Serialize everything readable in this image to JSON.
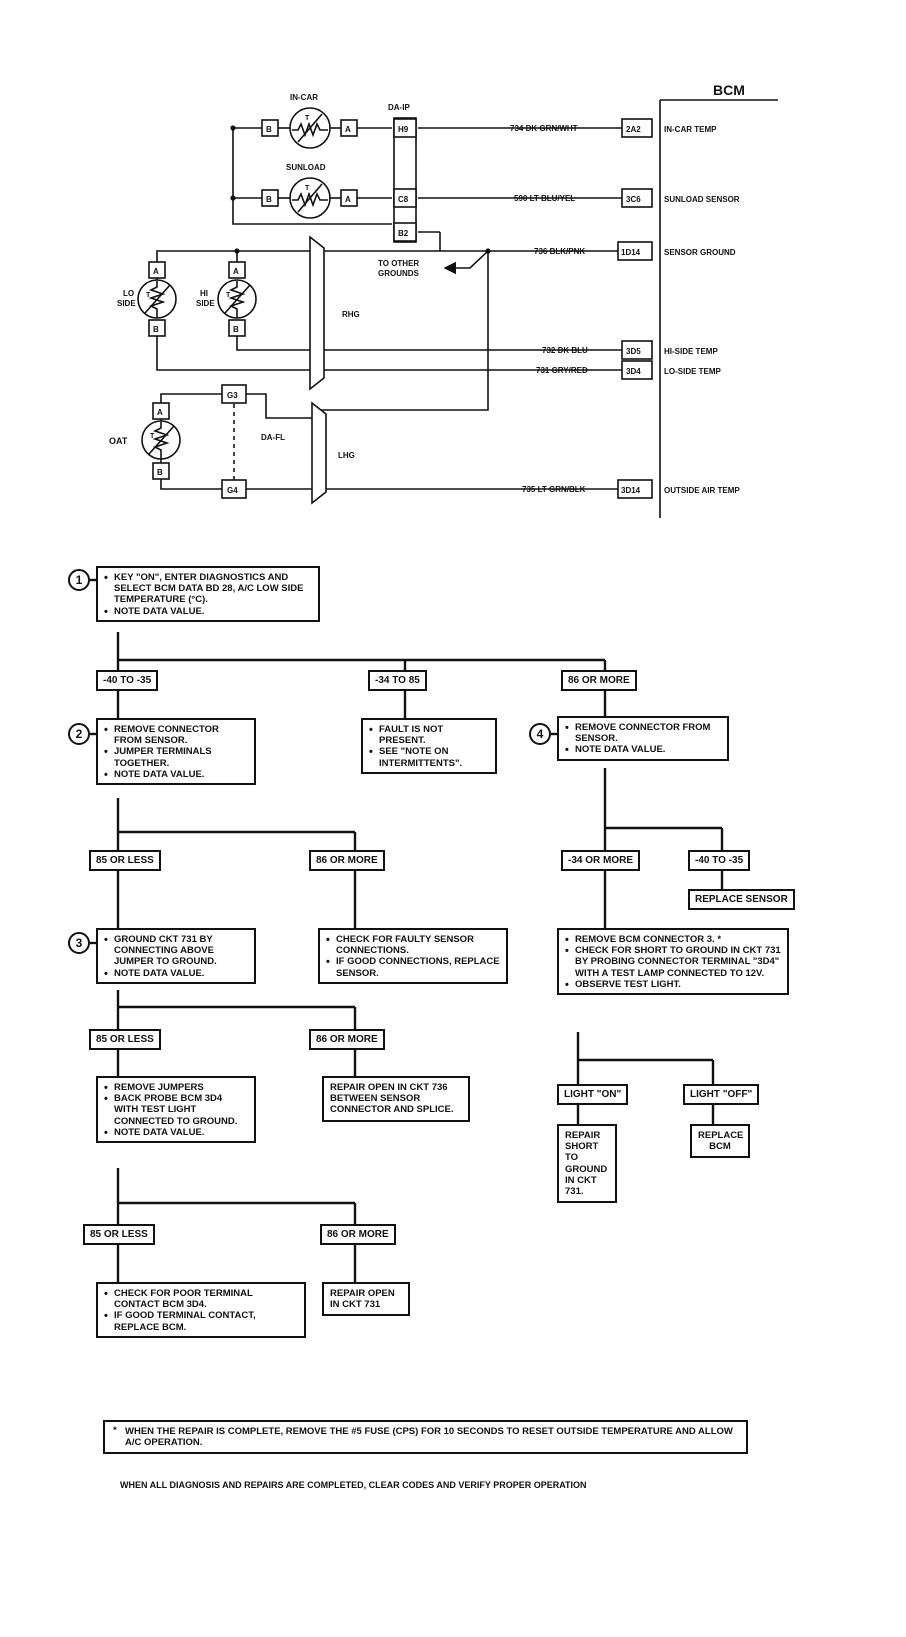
{
  "wiring": {
    "module": "BCM",
    "sensors": {
      "incar": "IN-CAR",
      "sunload": "SUNLOAD",
      "loside": [
        "LO",
        "SIDE"
      ],
      "hiside": [
        "HI",
        "SIDE"
      ],
      "oat": "OAT"
    },
    "pins": {
      "a": "A",
      "b": "B",
      "t": "T"
    },
    "connectors": {
      "daip": "DA-IP",
      "dafl": "DA-FL",
      "rhg": "RHG",
      "lhg": "LHG",
      "h9": "H9",
      "c8": "C8",
      "b2": "B2",
      "g3": "G3",
      "g4": "G4"
    },
    "to_other_grounds": [
      "TO OTHER",
      "GROUNDS"
    ],
    "circuits": [
      {
        "wire": "734 DK GRN/WHT",
        "terminal": "2A2",
        "function": "IN-CAR TEMP"
      },
      {
        "wire": "590 LT BLU/YEL",
        "terminal": "3C6",
        "function": "SUNLOAD SENSOR"
      },
      {
        "wire": "736 BLK/PNK",
        "terminal": "1D14",
        "function": "SENSOR GROUND"
      },
      {
        "wire": "732 DK BLU",
        "terminal": "3D5",
        "function": "HI-SIDE TEMP"
      },
      {
        "wire": "731 GRY/RED",
        "terminal": "3D4",
        "function": "LO-SIDE TEMP"
      },
      {
        "wire": "735 LT GRN/BLK",
        "terminal": "3D14",
        "function": "OUTSIDE AIR TEMP"
      }
    ]
  },
  "flow": {
    "steps": [
      "1",
      "2",
      "3",
      "4"
    ],
    "step1": [
      "KEY \"ON\", ENTER DIAGNOSTICS AND SELECT BCM DATA BD 28, A/C LOW SIDE TEMPERATURE (°C).",
      "NOTE DATA VALUE."
    ],
    "r1a": "-40 TO -35",
    "r1b": "-34 TO 85",
    "r1c": "86 OR MORE",
    "step2": [
      "REMOVE CONNECTOR FROM SENSOR.",
      "JUMPER TERMINALS TOGETHER.",
      "NOTE DATA VALUE."
    ],
    "fault": [
      "FAULT IS NOT PRESENT.",
      "SEE \"NOTE ON INTERMITTENTS\"."
    ],
    "step4": [
      "REMOVE CONNECTOR FROM SENSOR.",
      "NOTE DATA VALUE."
    ],
    "r2a": "85 OR LESS",
    "r2b": "86 OR MORE",
    "r4a": "-34 OR MORE",
    "r4b": "-40 TO -35",
    "replace_sensor": "REPLACE SENSOR",
    "step3": [
      "GROUND CKT 731 BY CONNECTING ABOVE JUMPER TO GROUND.",
      "NOTE DATA VALUE."
    ],
    "check_faulty": [
      "CHECK FOR FAULTY SENSOR CONNECTIONS.",
      "IF GOOD CONNECTIONS, REPLACE SENSOR."
    ],
    "remove_bcm": [
      "REMOVE BCM CONNECTOR 3. *",
      "CHECK FOR SHORT TO GROUND IN CKT 731 BY PROBING CONNECTOR TERMINAL \"3D4\" WITH A TEST LAMP CONNECTED TO 12V.",
      "OBSERVE TEST LIGHT."
    ],
    "r3a": "85 OR LESS",
    "r3b": "86 OR MORE",
    "remove_jumpers": [
      "REMOVE JUMPERS",
      "BACK PROBE BCM 3D4 WITH TEST LIGHT CONNECTED TO GROUND.",
      "NOTE DATA VALUE."
    ],
    "repair_736": "REPAIR OPEN IN CKT 736 BETWEEN SENSOR CONNECTOR AND SPLICE.",
    "light_on": "LIGHT \"ON\"",
    "light_off": "LIGHT \"OFF\"",
    "repair_short": "REPAIR SHORT TO GROUND IN CKT 731.",
    "replace_bcm": "REPLACE BCM",
    "r5a": "85 OR LESS",
    "r5b": "86 OR MORE",
    "check_poor": [
      "CHECK FOR POOR TERMINAL CONTACT BCM 3D4.",
      "IF GOOD TERMINAL CONTACT, REPLACE BCM."
    ],
    "repair_731": "REPAIR OPEN IN CKT 731",
    "footnote_mark": "*",
    "footnote": "WHEN THE REPAIR IS COMPLETE, REMOVE THE #5 FUSE (CPS) FOR 10 SECONDS TO RESET OUTSIDE TEMPERATURE AND ALLOW A/C OPERATION.",
    "final": "WHEN ALL DIAGNOSIS AND REPAIRS ARE COMPLETED, CLEAR CODES AND VERIFY PROPER OPERATION"
  }
}
